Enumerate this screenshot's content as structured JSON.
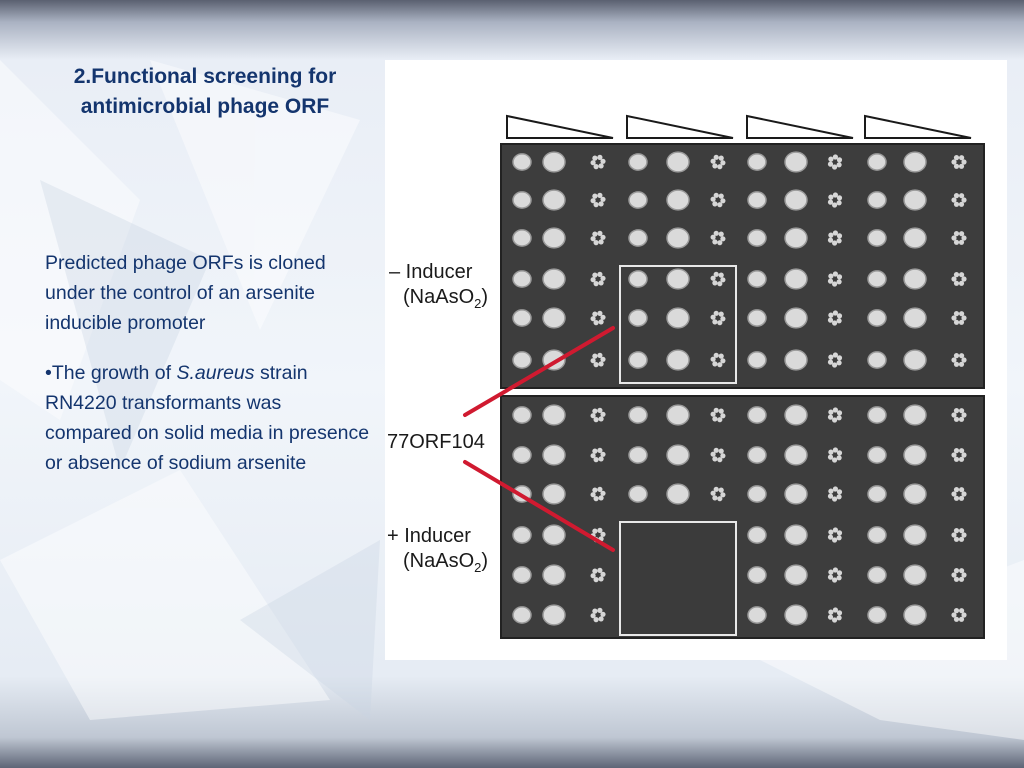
{
  "slide": {
    "title": "2.Functional  screening for antimicrobial phage ORF",
    "paragraph1": "Predicted phage ORFs is cloned under the control of an arsenite inducible promoter",
    "bullet_prefix": "•The growth of ",
    "bullet_species": "S.aureus",
    "bullet_rest": " strain RN4220 transformants was compared on solid media in presence or absence of sodium arsenite"
  },
  "figure": {
    "label_minus": "– Inducer",
    "label_plus": "+ Inducer",
    "label_inducer_chem": "(NaAsO",
    "label_inducer_sub": "2",
    "label_close": ")",
    "label_orf": "77ORF104"
  },
  "colors": {
    "title_text": "#14356e",
    "body_text": "#14356e",
    "plate_bg": "#3d3d3d",
    "colony": "#d9d9d9",
    "highlight_line": "#d01a30"
  }
}
